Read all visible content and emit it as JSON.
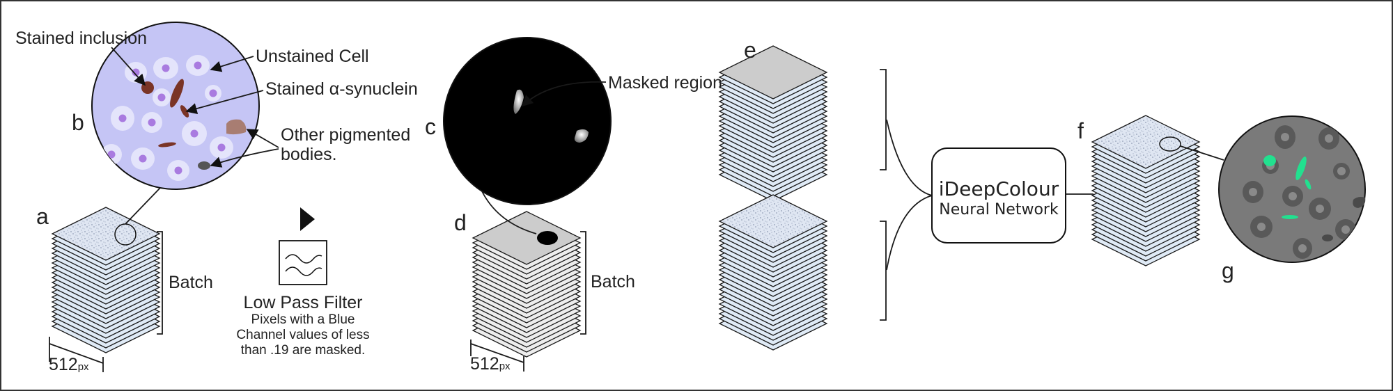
{
  "colors": {
    "stain_bg": "#c5c5f5",
    "cell_fill": "#e4e4fb",
    "nucleus": "#a97be0",
    "synuclein": "#7a3426",
    "pigment": "#a87d72",
    "dark_pigment": "#555555",
    "output_bg": "#7a7a7a",
    "output_cell": "#595959",
    "highlight": "#22e08f",
    "noise_sheet": "#dfe6f2",
    "grey_sheet": "#cccccc",
    "sheet_stripe": "#dfeaf6"
  },
  "panels": {
    "a": "a",
    "b": "b",
    "c": "c",
    "d": "d",
    "e": "e",
    "f": "f",
    "g": "g"
  },
  "annotations": {
    "stained_inclusion": "Stained inclusion",
    "unstained_cell": "Unstained Cell",
    "stained_synuclein": "Stained α-synuclein",
    "other_pigmented_1": "Other pigmented",
    "other_pigmented_2": "bodies.",
    "masked_regions": "Masked regions"
  },
  "batch_label_a": "Batch",
  "batch_label_d": "Batch",
  "size_a": {
    "value": "512",
    "unit": "px"
  },
  "size_d": {
    "value": "512",
    "unit": "px"
  },
  "filter": {
    "icon": "play-triangle-icon",
    "wave_icon": "low-pass-wave-icon",
    "title": "Low Pass Filter",
    "desc_1": "Pixels with a Blue",
    "desc_2": "Channel values of less",
    "desc_3": "than .19 are masked."
  },
  "network": {
    "title": "iDeepColour",
    "subtitle": "Neural Network"
  }
}
